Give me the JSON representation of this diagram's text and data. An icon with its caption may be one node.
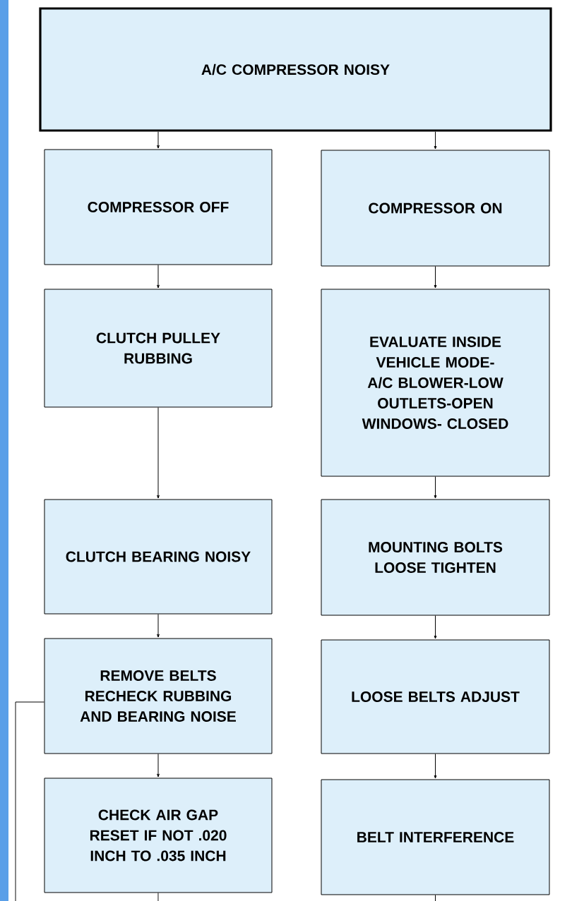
{
  "diagram": {
    "nodes": [
      {
        "text": [
          "A/C COMPRESSOR NOISY"
        ]
      },
      {
        "text": [
          "COMPRESSOR OFF"
        ]
      },
      {
        "text": [
          "COMPRESSOR ON"
        ]
      },
      {
        "text": [
          "CLUTCH PULLEY RUBBING"
        ]
      },
      {
        "text": [
          "EVALUATE INSIDE VEHICLE MODE- A/C BLOWER-LOW OUTLETS-OPEN WINDOWS- CLOSED"
        ]
      },
      {
        "text": [
          "CLUTCH BEARING NOISY"
        ]
      },
      {
        "text": [
          "MOUNTING BOLTS LOOSE TIGHTEN"
        ]
      },
      {
        "text": [
          "REMOVE BELTS RECHECK RUBBING AND BEARING NOISE"
        ]
      },
      {
        "text": [
          "LOOSE BELTS ADJUST"
        ]
      },
      {
        "text": [
          "CHECK AIR GAP RESET IF NOT .020 INCH TO .035 INCH"
        ]
      },
      {
        "text": [
          "BELT INTERFERENCE"
        ]
      }
    ],
    "edges": [
      {
        "from": 0,
        "to": 1,
        "arrow": "to"
      },
      {
        "from": 0,
        "to": 2,
        "arrow": "to"
      },
      {
        "from": 1,
        "to": 3,
        "arrow": "to"
      },
      {
        "from": 2,
        "to": 4,
        "arrow": "to"
      },
      {
        "from": 3,
        "to": 5,
        "arrow": "to"
      },
      {
        "from": 4,
        "to": 6,
        "arrow": "to"
      },
      {
        "from": 5,
        "to": 7,
        "arrow": "to"
      },
      {
        "from": 6,
        "to": 8,
        "arrow": "to"
      },
      {
        "from": 7,
        "to": 9,
        "arrow": "to"
      },
      {
        "from": 8,
        "to": 10,
        "arrow": "to"
      },
      {
        "from": 7,
        "to": null,
        "arrow": "none"
      },
      {
        "from": 9,
        "to": null,
        "arrow": "none"
      },
      {
        "from": 10,
        "to": null,
        "arrow": "none"
      }
    ]
  }
}
